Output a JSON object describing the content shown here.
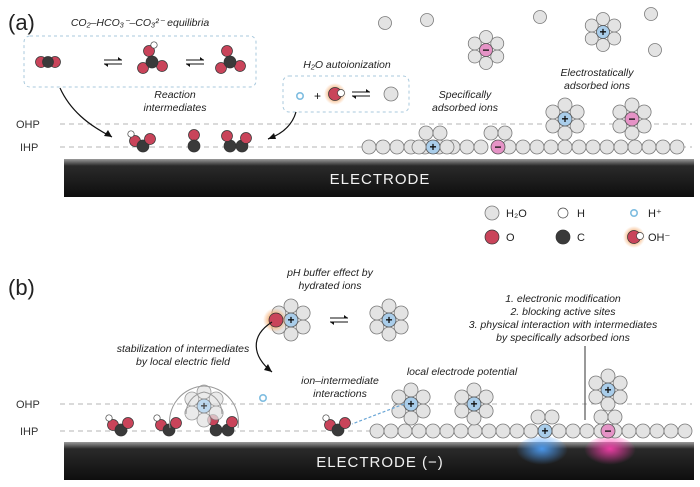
{
  "panel_a": {
    "label": "(a)",
    "equilibria": "CO₂–HCO₃⁻–CO₃²⁻  equilibria",
    "reaction_intermediates": [
      "Reaction",
      "intermediates"
    ],
    "autoionization": "H₂O autoionization",
    "specifically_adsorbed": [
      "Specifically",
      "adsorbed ions"
    ],
    "electrostatically_adsorbed": [
      "Electrostatically",
      "adsorbed ions"
    ],
    "ohp": "OHP",
    "ihp": "IHP",
    "electrode": "ELECTRODE"
  },
  "legend": [
    {
      "icon": "water-molecule",
      "label": "H₂O"
    },
    {
      "icon": "hydrogen-atom",
      "label": "H"
    },
    {
      "icon": "proton",
      "label": "H⁺"
    },
    {
      "icon": "oxygen-atom",
      "label": "O"
    },
    {
      "icon": "carbon-atom",
      "label": "C"
    },
    {
      "icon": "hydroxide-ion",
      "label": "OH⁻"
    }
  ],
  "panel_b": {
    "label": "(b)",
    "ph_buffer": [
      "pH buffer effect by",
      "hydrated ions"
    ],
    "effects": [
      "1. electronic modification",
      "2. blocking active sites",
      "3. physical interaction with intermediates",
      "by specifically adsorbed ions"
    ],
    "stabilization": [
      "stabilization of intermediates",
      "by local electric field"
    ],
    "ion_intermediate": [
      "ion–intermediate",
      "interactions"
    ],
    "local_potential": "local electrode potential",
    "ohp": "OHP",
    "ihp": "IHP",
    "electrode": "ELECTRODE (−)"
  },
  "colors": {
    "water": "#e3e3e3",
    "oxygen": "#c9445a",
    "carbon": "#3a3a3a",
    "cation": "#a9cdea",
    "anion": "#e593c6",
    "proton": "#7fbde0",
    "electrode": "#161616"
  }
}
